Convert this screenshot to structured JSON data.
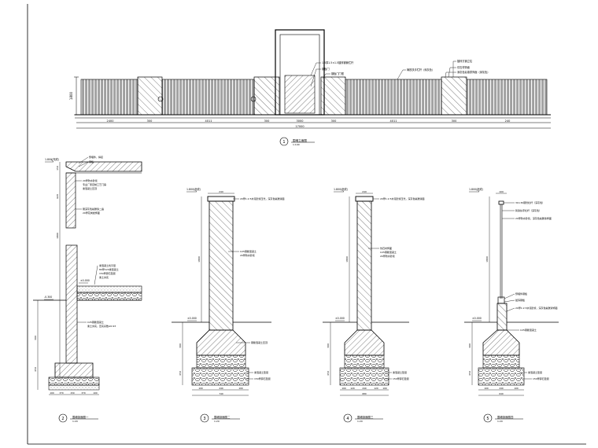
{
  "drawing": {
    "title": "",
    "sheet_bg": "#ffffff",
    "line_color": "#000000"
  },
  "elevation": {
    "callouts": [
      "1.5厚1.5×1.5镀锌钢管栏杆",
      "钢板门",
      "钢板门门框",
      "铸铁扶手栏杆（深灰色）",
      "镀锌方钢立柱",
      "仿石材饰面",
      "深灰色氟碳漆饰面（深灰色）"
    ],
    "dim_height": "1800",
    "dims_bottom": [
      "2400",
      "300",
      "4011",
      "300",
      "3000",
      "300",
      "4011",
      "300",
      "240"
    ],
    "dim_total": "17000",
    "label_no": "1",
    "label_title": "围墙立面图",
    "label_scale": "1:100"
  },
  "section2": {
    "level_top": "1.800(完成)",
    "level_mid": "±0.000",
    "level_ground": "-0.300",
    "callouts": [
      "预埋件，焊接",
      "钢板",
      "20厚防水砂浆",
      "专业厂家定制工艺门扇",
      "素混凝土压顶",
      "刷深灰色氟碳漆二遍",
      "20厚花岗岩饰面",
      "素混凝土找平层",
      "80厚C20素混凝土",
      "150厚碎石垫层",
      "素土夯实",
      "C25钢筋混凝土",
      "素土夯实，压实系数≥0.93"
    ],
    "dims_left": [
      "150",
      "620",
      "1800",
      "300",
      "450"
    ],
    "dims_bottom": [
      "100",
      "370",
      "150",
      "370",
      "100"
    ],
    "label_no": "2",
    "label_title": "围墙剖面图一",
    "label_scale": "1:20"
  },
  "section3": {
    "level_top": "1.800(完成)",
    "level_ground": "±0.000",
    "callouts": [
      "20厚1:2.5水泥砂浆压光，深灰色氟碳漆面",
      "C25钢筋混凝土",
      "20厚防水砂浆",
      "钢筋混凝土压顶",
      "素混凝土垫层",
      "150厚碎石垫层"
    ],
    "dims_left": [
      "1800",
      "300",
      "450"
    ],
    "dims_bottom": [
      "100",
      "240",
      "100"
    ],
    "dims_top": [
      "240"
    ],
    "dim_total": "740",
    "label_no": "3",
    "label_title": "围墙剖面图二",
    "label_scale": "1:20"
  },
  "section4": {
    "level_top": "1.800(完成)",
    "level_ground": "±0.000",
    "callouts": [
      "20厚1:2.5水泥砂浆压光，深灰色氟碳漆面",
      "仿石材饰面",
      "C25钢筋混凝土",
      "20厚防水砂浆",
      "素混凝土垫层",
      "150厚碎石垫层"
    ],
    "dims_left": [
      "1800",
      "300",
      "450"
    ],
    "dims_bottom": [
      "100",
      "120",
      "240",
      "120",
      "100"
    ],
    "dims_top": [
      "240"
    ],
    "dim_total": "680",
    "label_no": "4",
    "label_title": "围墙剖面图三",
    "label_scale": "1:20"
  },
  "section5": {
    "level_top": "1.800(完成)",
    "level_ground": "±0.000",
    "callouts": [
      "30×30钢管栏杆（深灰色）",
      "铸铁扶手栏杆（深灰色）",
      "20厚防水砂浆，深灰色氟碳漆饰面",
      "预埋件钢板",
      "镀锌钢板",
      "20厚1:2.5水泥砂浆，深灰色氟碳漆饰面",
      "C25钢筋混凝土",
      "素混凝土垫层",
      "150厚碎石垫层"
    ],
    "dims_left": [
      "1800",
      "300",
      "450"
    ],
    "dims_bottom": [
      "100",
      "240",
      "100"
    ],
    "dims_top": [
      "100"
    ],
    "dim_total": "640",
    "label_no": "5",
    "label_title": "围墙剖面图四",
    "label_scale": "1:20"
  }
}
